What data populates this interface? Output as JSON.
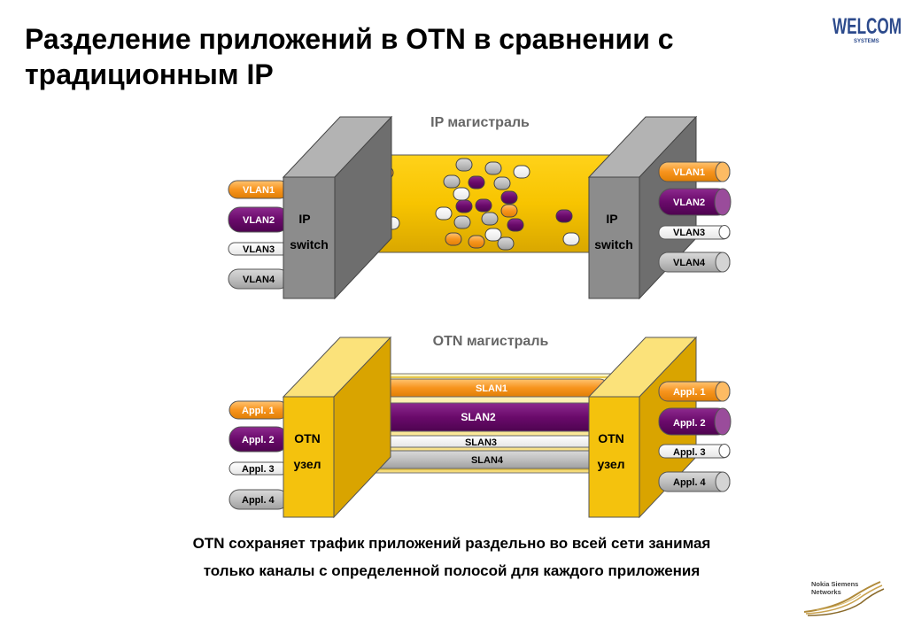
{
  "slide": {
    "title_line1": "Разделение приложений в OTN в сравнении с",
    "title_line2": "традиционным IP",
    "caption_line1": "OTN сохраняет трафик приложений раздельно во всей сети занимая",
    "caption_line2": "только каналы с определенной полосой для каждого приложения"
  },
  "logos": {
    "top_right": "WELCOM",
    "top_right_sub": "SYSTEMS",
    "bottom_right_line1": "Nokia Siemens",
    "bottom_right_line2": "Networks"
  },
  "ip_diagram": {
    "label": "IP магистраль",
    "left_node_line1": "IP",
    "left_node_line2": "switch",
    "right_node_line1": "IP",
    "right_node_line2": "switch",
    "left_tags": [
      "VLAN1",
      "VLAN2",
      "VLAN3",
      "VLAN4"
    ],
    "right_tags": [
      "VLAN1",
      "VLAN2",
      "VLAN3",
      "VLAN4"
    ]
  },
  "otn_diagram": {
    "label": "OTN магистраль",
    "left_node_line1": "OTN",
    "left_node_line2": "узел",
    "right_node_line1": "OTN",
    "right_node_line2": "узел",
    "left_tags": [
      "Appl. 1",
      "Appl. 2",
      "Appl. 3",
      "Appl. 4"
    ],
    "right_tags": [
      "Appl. 1",
      "Appl. 2",
      "Appl. 3",
      "Appl. 4"
    ],
    "channels": [
      "SLAN1",
      "SLAN2",
      "SLAN3",
      "SLAN4"
    ]
  },
  "colors": {
    "orange": "#f7941d",
    "purple": "#6a0a6b",
    "white": "#ffffff",
    "gray": "#bfbfbf",
    "pipe_yellow": "#f7c400",
    "switch_gray": "#8c8c8c",
    "node_yellow": "#f4c20d",
    "logo_blue": "#2c4a8c"
  }
}
